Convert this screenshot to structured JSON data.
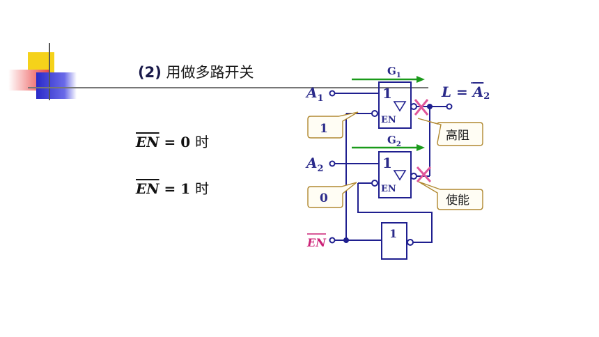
{
  "heading": {
    "number": "(2)",
    "text": "用做多路开关"
  },
  "conditions": [
    {
      "signal": "EN",
      "rest": " = 0",
      "suffix": "时"
    },
    {
      "signal": "EN",
      "rest": " = 1",
      "suffix": "时"
    }
  ],
  "diagram": {
    "inputs": {
      "a1": "A",
      "a1_sub": "1",
      "a2": "A",
      "a2_sub": "2",
      "en": "EN"
    },
    "gates": {
      "g1": {
        "name": "G",
        "sub": "1",
        "symbol": "1",
        "en_label": "EN"
      },
      "g2": {
        "name": "G",
        "sub": "2",
        "symbol": "1",
        "en_label": "EN"
      },
      "inverter": {
        "symbol": "1"
      }
    },
    "output": {
      "lhs": "L",
      "eq": " = ",
      "var": "A",
      "sub": "2"
    },
    "callouts": {
      "en1_value": "1",
      "en2_value": "0",
      "high_z": "高阻",
      "enable": "使能"
    }
  },
  "colors": {
    "wire": "#1f1f8f",
    "arrow": "#1a9a1a",
    "cross": "#e0569a",
    "en_input": "#cc2277",
    "label": "#2a2a8a",
    "callout_border": "#b08830",
    "callout_fill": "#fffdf4"
  }
}
